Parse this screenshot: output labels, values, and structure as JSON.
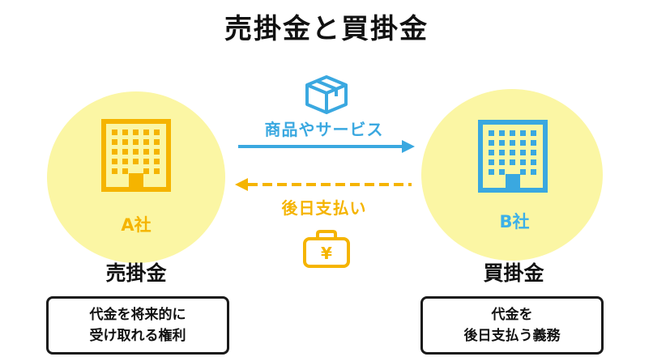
{
  "title": "売掛金と買掛金",
  "company_a": {
    "label": "A社",
    "role_title": "売掛金",
    "description": [
      "代金を将来的に",
      "受け取れる権利"
    ]
  },
  "company_b": {
    "label": "B社",
    "role_title": "買掛金",
    "description": [
      "代金を",
      "後日支払う義務"
    ]
  },
  "flows": {
    "goods": {
      "label": "商品やサービス",
      "direction": "A→B",
      "style": "solid"
    },
    "payment": {
      "label": "後日支払い",
      "direction": "B→A",
      "style": "dashed"
    }
  },
  "icons": {
    "goods": "package-box-icon",
    "payment": "money-bag-icon",
    "money_symbol": "¥",
    "company": "office-building-icon"
  },
  "colors": {
    "yellow": "#f5b400",
    "blue": "#3aa8e0",
    "circle": "#fbf6a4",
    "text": "#111111"
  }
}
